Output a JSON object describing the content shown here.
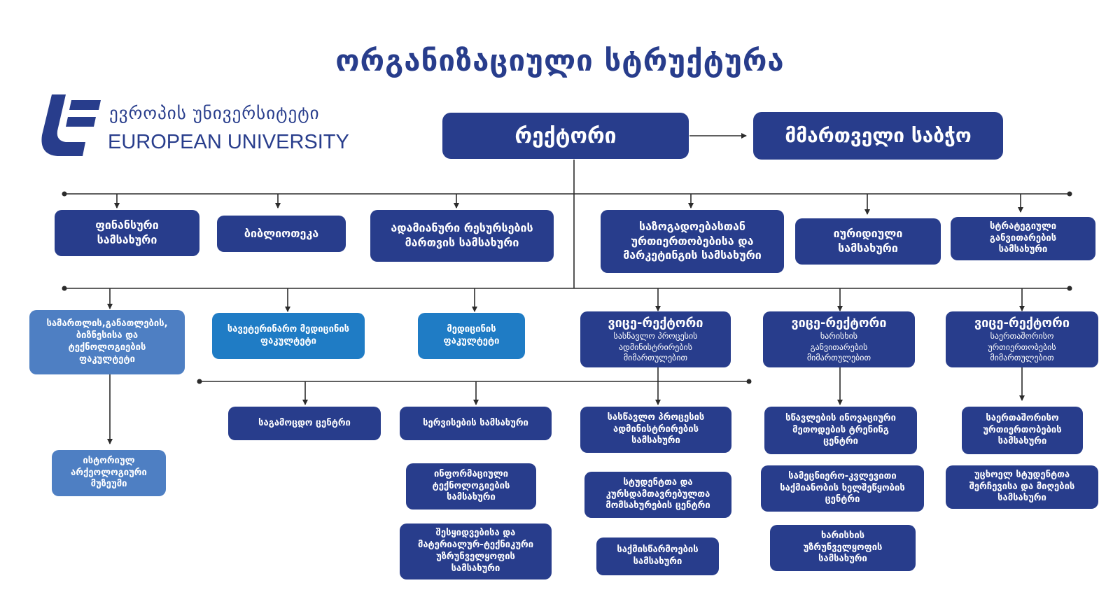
{
  "title": "ორგანიზაციული სტრუქტურა",
  "logo": {
    "name_ka": "ევროპის უნივერსიტეტი",
    "name_en": "EUROPEAN UNIVERSITY"
  },
  "rector": "რექტორი",
  "governing_board": "მმართველი საბჭო",
  "services": [
    "ფინანსური\nსამსახური",
    "ბიბლიოთეკა",
    "ადამიანური რესურსების\nმართვის სამსახური",
    "საზოგადოებასთან\nურთიერთობებისა და\nმარკეტინგის სამსახური",
    "იურიდიული\nსამსახური",
    "სტრატეგიული\nგანვითარების\nსამსახური"
  ],
  "faculties": [
    "სამართლის,განათლების,\nბიზნესისა და\nტექნოლოგიების\nფაკულტეტი",
    "სავეტერინარო მედიცინის\nფაკულტეტი",
    "მედიცინის\nფაკულტეტი"
  ],
  "vice_rectors": [
    {
      "title": "ვიცე-რექტორი",
      "desc": "სასწავლო პროცესის\nადმინისტრირების\nმიმართულებით"
    },
    {
      "title": "ვიცე-რექტორი",
      "desc": "ხარისხის\nგანვითარების\nმიმართულებით"
    },
    {
      "title": "ვიცე-რექტორი",
      "desc": "საერთაშორისო\nურთიერთობების\nმიმართულებით"
    }
  ],
  "museum": "ისტორიულ\nარქეოლოგიური\nმუზეუმი",
  "exam_center": "საგამოცდო ცენტრი",
  "services_office": "სერვისების სამსახური",
  "it_office": "ინფორმაციული\nტექნოლოგიების\nსამსახური",
  "procurement_office": "შესყიდვებისა და\nმატერიალურ-ტექნიკური\nუზრუნველყოფის\nსამსახური",
  "vr1_units": [
    "სასწავლო პროცესის\nადმინისტრირების\nსამსახური",
    "სტუდენტთა და\nკურსდამთავრებულთა\nმომსახურების ცენტრი",
    "საქმისწარმოების\nსამსახური"
  ],
  "vr2_units": [
    "სწავლების ინოვაციური\nმეთოდების ტრენინგ\nცენტრი",
    "სამეცნიერო-კვლევითი\nსაქმიანობის ხელშეწყობის\nცენტრი",
    "ხარისხის\nუზრუნველყოფის\nსამსახური"
  ],
  "vr3_units": [
    "საერთაშორისო\nურთიერთობების\nსამსახური",
    "უცხოელ სტუდენტთა\nშერჩევისა და მიღების\nსამსახური"
  ],
  "colors": {
    "primary": "#283d8c",
    "faculty_light": "#4e7fc3",
    "faculty_blue": "#1f7cc5",
    "line": "#2b2b2b"
  }
}
